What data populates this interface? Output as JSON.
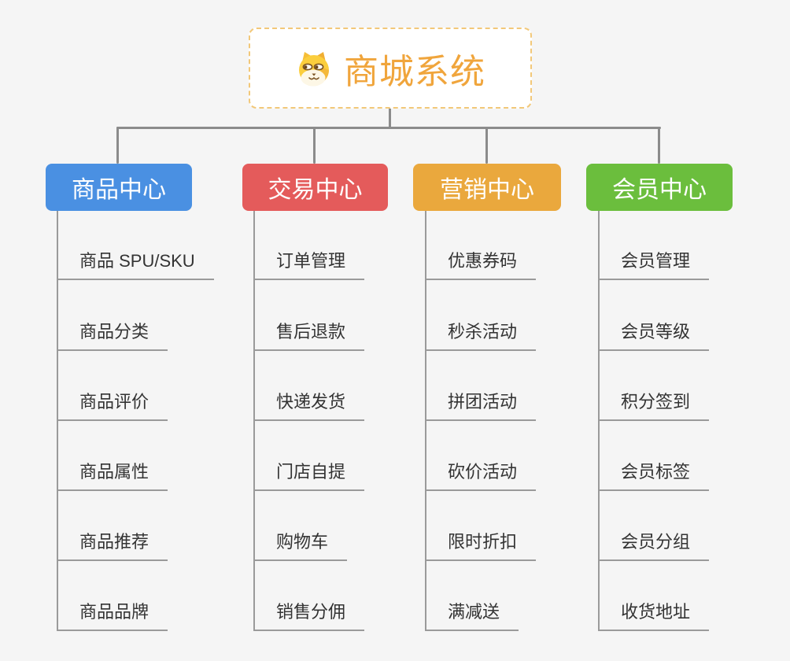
{
  "root": {
    "title": "商城系统",
    "icon": "dog-face-icon"
  },
  "colors": {
    "background": "#F5F5F5",
    "connector": "#8B8B8B",
    "underline": "#9A9A9A",
    "root_text": "#F0A53C",
    "root_border": "#F2C879",
    "item_text": "#333333"
  },
  "branches": [
    {
      "label": "商品中心",
      "color": "#4A90E2",
      "items": [
        "商品 SPU/SKU",
        "商品分类",
        "商品评价",
        "商品属性",
        "商品推荐",
        "商品品牌"
      ]
    },
    {
      "label": "交易中心",
      "color": "#E45B5B",
      "items": [
        "订单管理",
        "售后退款",
        "快递发货",
        "门店自提",
        "购物车",
        "销售分佣"
      ]
    },
    {
      "label": "营销中心",
      "color": "#EAA83D",
      "items": [
        "优惠券码",
        "秒杀活动",
        "拼团活动",
        "砍价活动",
        "限时折扣",
        "满减送"
      ]
    },
    {
      "label": "会员中心",
      "color": "#6BBE3D",
      "items": [
        "会员管理",
        "会员等级",
        "积分签到",
        "会员标签",
        "会员分组",
        "收货地址"
      ]
    }
  ]
}
